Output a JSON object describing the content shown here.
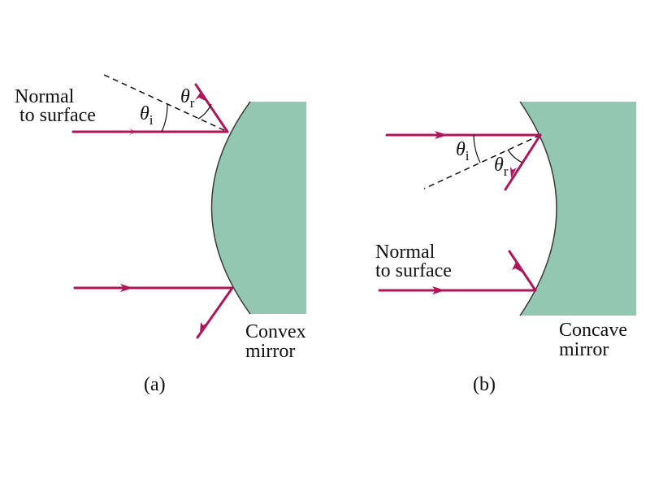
{
  "colors": {
    "mirror": "#93c7b1",
    "mirror_edge": "#3c3c3c",
    "ray": "#b0155a",
    "normal": "#111111"
  },
  "panel_a": {
    "normal_label": [
      "Normal",
      "to surface"
    ],
    "incident_symbol": "θ",
    "incident_subscript": "i",
    "reflected_symbol": "θ",
    "reflected_subscript": "r",
    "mirror_label": [
      "Convex",
      "mirror"
    ],
    "caption": "(a)"
  },
  "panel_b": {
    "normal_label": [
      "Normal",
      "to surface"
    ],
    "incident_symbol": "θ",
    "incident_subscript": "i",
    "reflected_symbol": "θ",
    "reflected_subscript": "r",
    "mirror_label": [
      "Concave",
      "mirror"
    ],
    "caption": "(b)"
  }
}
